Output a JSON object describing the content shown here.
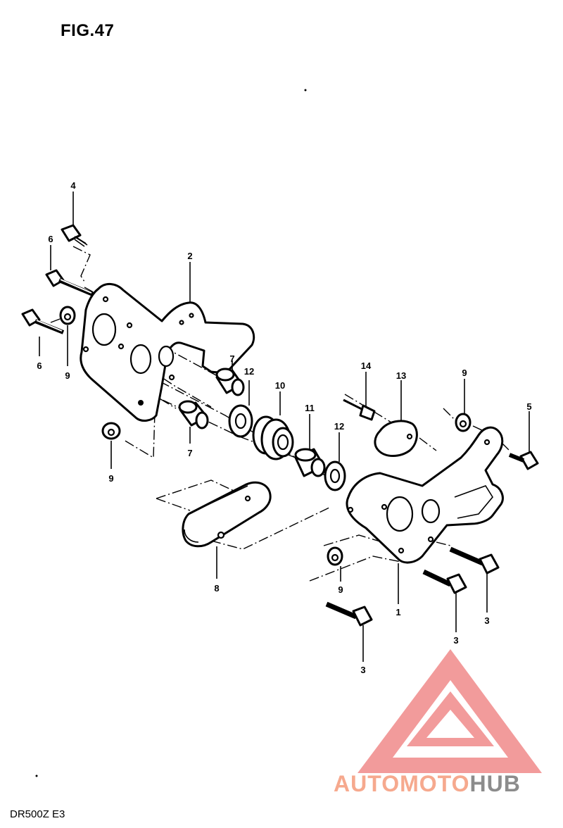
{
  "figure": {
    "title": "FIG.47",
    "model": "DR500Z E3"
  },
  "callouts": {
    "c4": "4",
    "c6a": "6",
    "c6b": "6",
    "c9a": "9",
    "c2": "2",
    "c7a": "7",
    "c12a": "12",
    "c7b": "7",
    "c10": "10",
    "c9b": "9",
    "c11": "11",
    "c12b": "12",
    "c14": "14",
    "c13": "13",
    "c9c": "9",
    "c5": "5",
    "c8": "8",
    "c9d": "9",
    "c1": "1",
    "c3a": "3",
    "c3b": "3",
    "c3c": "3"
  },
  "watermark": {
    "part1": "AUTOMOTO",
    "part2": "HUB",
    "color1": "#f6a98e",
    "color2": "#8c8c8c",
    "logo_color": "#f08a8a"
  }
}
